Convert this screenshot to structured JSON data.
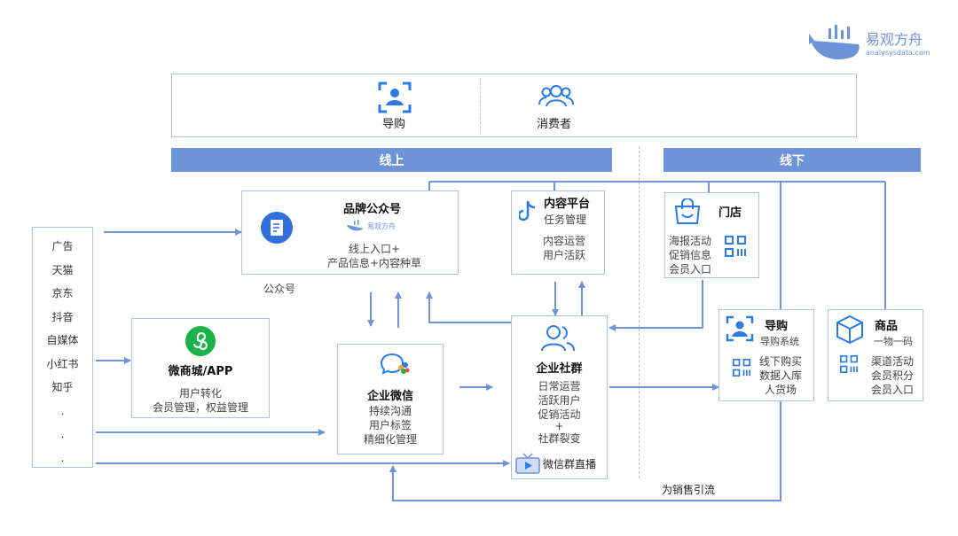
{
  "logo": {
    "name": "易观方舟",
    "url": "analysysdata.com"
  },
  "roles": {
    "guide": "导购",
    "consumer": "消费者"
  },
  "bars": {
    "online": "线上",
    "offline": "线下"
  },
  "brand_account": {
    "title": "品牌公众号",
    "logo_text": "易观方舟",
    "line1": "线上入口+",
    "line2": "产品信息+内容种草",
    "caption": "公众号"
  },
  "content_platform": {
    "title": "内容平台",
    "subtitle": "任务管理",
    "line1": "内容运营",
    "line2": "用户活跃"
  },
  "store": {
    "title": "门店",
    "line1": "海报活动",
    "line2": "促销信息",
    "line3": "会员入口"
  },
  "channels": [
    "广告",
    "天猫",
    "京东",
    "抖音",
    "自媒体",
    "小红书",
    "知乎",
    ".",
    ".",
    "."
  ],
  "mini_mall": {
    "title": "微商城/APP",
    "line1": "用户转化",
    "line2": "会员管理，权益管理"
  },
  "wecom": {
    "title": "企业微信",
    "line1": "持续沟通",
    "line2": "用户标签",
    "line3": "精细化管理"
  },
  "community": {
    "title": "企业社群",
    "line1": "日常运营",
    "line2": "活跃用户",
    "line3": "促销活动",
    "plus": "+",
    "line4": "社群裂变",
    "live": "微信群直播"
  },
  "guide_box": {
    "title": "导购",
    "subtitle": "导购系统",
    "line1": "线下购买",
    "line2": "数据入库",
    "line3": "人货场"
  },
  "product_box": {
    "title": "商品",
    "subtitle": "一物一码",
    "line1": "渠道活动",
    "line2": "会员积分",
    "line3": "会员入口"
  },
  "bottom_label": "为销售引流",
  "colors": {
    "accent": "#6d93d9",
    "border": "#a9c2e6",
    "icon_blue": "#2a7be4",
    "green": "#19b34a"
  }
}
